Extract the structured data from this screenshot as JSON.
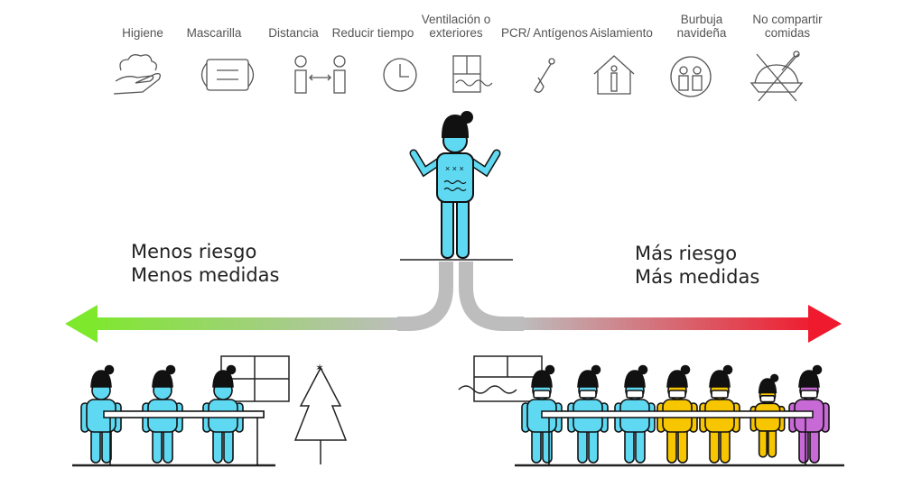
{
  "measures": [
    {
      "label": "Higiene",
      "icon": "hand-cloud-icon"
    },
    {
      "label": "Mascarilla",
      "icon": "mask-icon"
    },
    {
      "label": "Distancia",
      "icon": "distance-icon"
    },
    {
      "label": "Reducir tiempo",
      "icon": "clock-icon"
    },
    {
      "label": "Ventilación o exteriores",
      "icon": "window-wind-icon"
    },
    {
      "label": "PCR/ Antígenos",
      "icon": "swab-icon"
    },
    {
      "label": "Aislamiento",
      "icon": "house-person-icon"
    },
    {
      "label": "Burbuja navideña",
      "icon": "bubble-icon"
    },
    {
      "label": "No compartir comidas",
      "icon": "no-shared-food-icon"
    }
  ],
  "left": {
    "line1": "Menos riesgo",
    "line2": "Menos medidas"
  },
  "right": {
    "line1": "Más riesgo",
    "line2": "Más medidas"
  },
  "colors": {
    "low": "#7ee82c",
    "mid": "#bdbdbd",
    "high": "#ef1a2d",
    "cyan": "#5fd9f2",
    "yellow": "#f7c600",
    "purple": "#c86ad6"
  }
}
